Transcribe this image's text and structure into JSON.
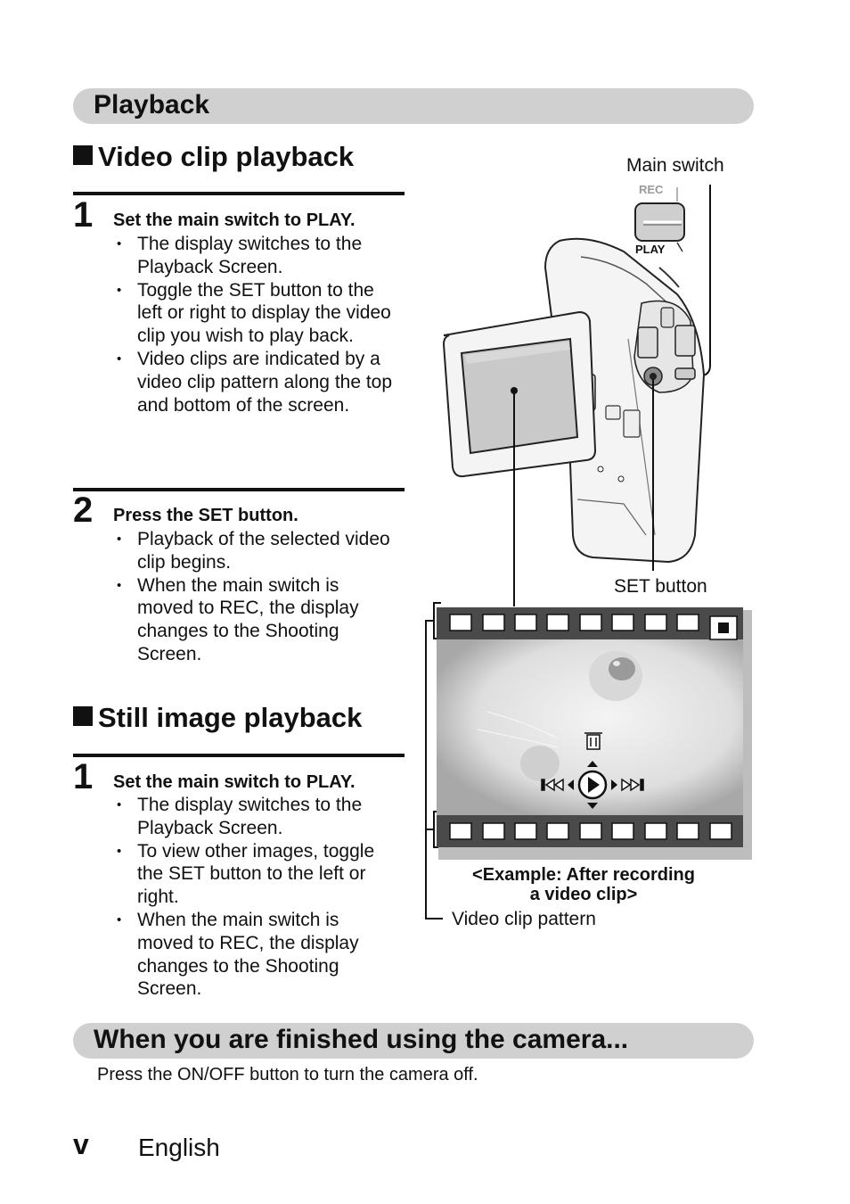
{
  "section1": {
    "title": "Playback"
  },
  "video": {
    "heading": "Video clip playback",
    "step1": {
      "num": "1",
      "title": "Set the main switch to PLAY.",
      "bullets": [
        "The display switches to the Playback Screen.",
        "Toggle the SET button to the left or right to display the video clip you wish to play back.",
        "Video clips are indicated by a video clip pattern along the top and bottom of the screen."
      ]
    },
    "step2": {
      "num": "2",
      "title": "Press the SET button.",
      "bullets": [
        "Playback of the selected video clip begins.",
        "When the main switch is moved to REC, the display changes to the Shooting Screen."
      ]
    }
  },
  "still": {
    "heading": "Still image playback",
    "step1": {
      "num": "1",
      "title": "Set the main switch to PLAY.",
      "bullets": [
        "The display switches to the Playback Screen.",
        "To view other images, toggle the SET button to the left or right.",
        "When the main switch is moved to REC, the display changes to the Shooting Screen."
      ]
    }
  },
  "figure": {
    "main_switch_label": "Main switch",
    "rec_label": "REC",
    "play_label": "PLAY",
    "set_button_label": "SET button",
    "caption_line1": "<Example: After recording",
    "caption_line2": "a video clip>",
    "pattern_label": "Video clip pattern"
  },
  "section2": {
    "title": "When you are finished using the camera...",
    "body": "Press the ON/OFF button to turn the camera off."
  },
  "footer": {
    "page": "v",
    "language": "English"
  }
}
